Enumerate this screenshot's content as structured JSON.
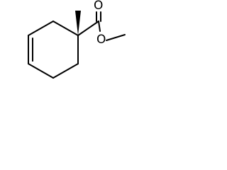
{
  "molecule": {
    "atoms": [
      {
        "symbol": "O",
        "role": "carbonyl-oxygen"
      },
      {
        "symbol": "O",
        "role": "ester-oxygen"
      }
    ],
    "colors": {
      "ink": "#000000",
      "background": "#ffffff"
    }
  }
}
